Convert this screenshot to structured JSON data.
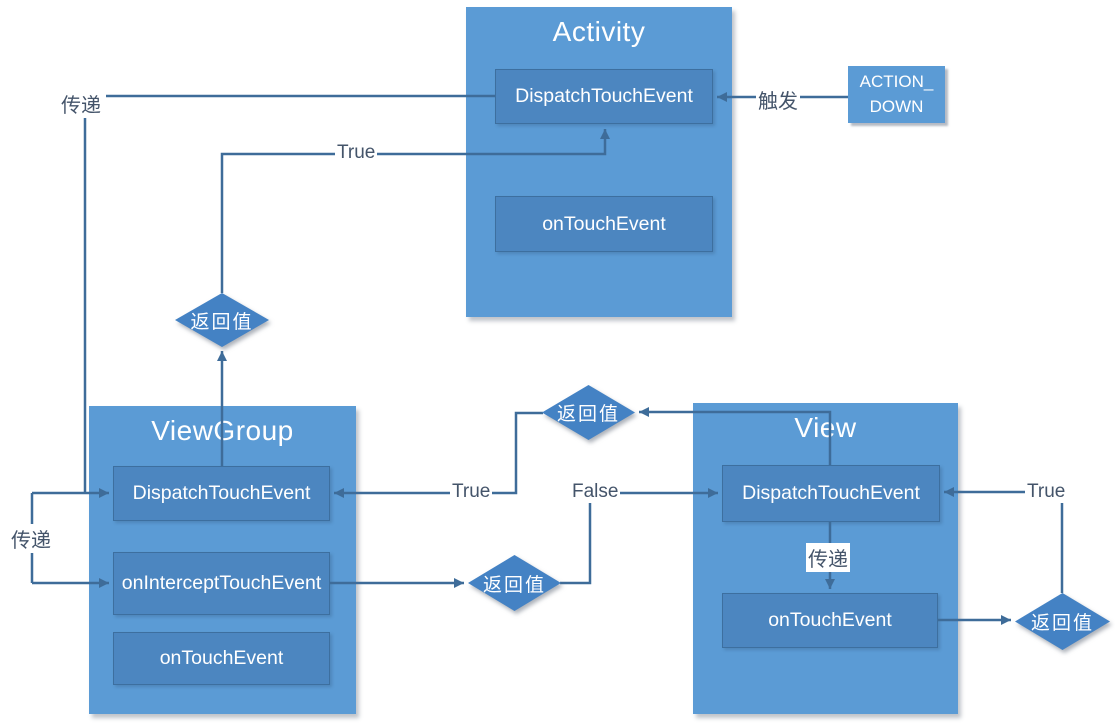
{
  "colors": {
    "container_fill": "#5B9BD5",
    "inner_fill": "#4C86C0",
    "inner_border": "#3D6F9F",
    "diamond_fill": "#4482C4",
    "line": "#3E6C99",
    "label_text": "#44546A",
    "box_text": "#FFFFFF",
    "page_bg": "#FFFFFF"
  },
  "diagram": {
    "activity": {
      "title": "Activity",
      "dispatch": "DispatchTouchEvent",
      "ontouch": "onTouchEvent"
    },
    "viewgroup": {
      "title": "ViewGroup",
      "dispatch": "DispatchTouchEvent",
      "onintercept": "onInterceptTouchEvent",
      "ontouch": "onTouchEvent"
    },
    "view": {
      "title": "View",
      "dispatch": "DispatchTouchEvent",
      "ontouch": "onTouchEvent"
    },
    "action_down": {
      "line1": "ACTION_",
      "line2": "DOWN"
    },
    "diamonds": {
      "d1": "返回值",
      "d2": "返回值",
      "d3": "返回值",
      "d4": "返回值"
    },
    "labels": {
      "pass_top": "传递",
      "pass_left": "传递",
      "pass_view": "传递",
      "trigger": "触发",
      "true_top": "True",
      "true_mid": "True",
      "true_right": "True",
      "false_mid": "False"
    }
  }
}
